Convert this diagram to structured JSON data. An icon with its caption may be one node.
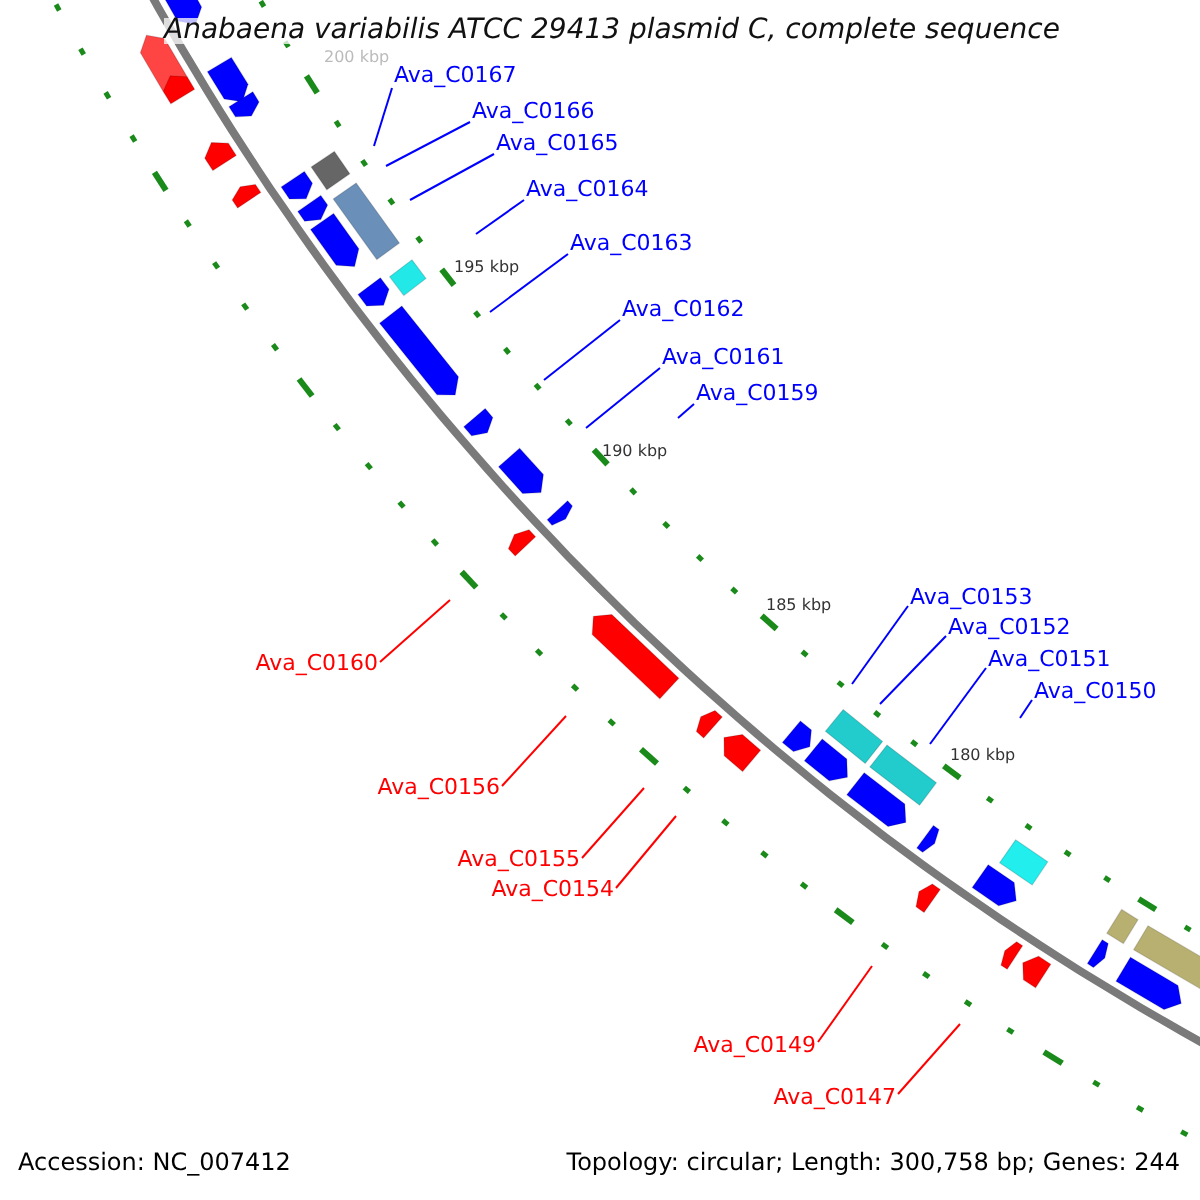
{
  "diagram": {
    "title": "Anabaena variabilis ATCC 29413 plasmid C, complete sequence",
    "nodes": [
      {
        "text": [
          "Ava_C0167"
        ]
      },
      {
        "text": [
          "Ava_C0166"
        ]
      },
      {
        "text": [
          "Ava_C0165"
        ]
      },
      {
        "text": [
          "Ava_C0164"
        ]
      },
      {
        "text": [
          "Ava_C0163"
        ]
      },
      {
        "text": [
          "Ava_C0162"
        ]
      },
      {
        "text": [
          "Ava_C0161"
        ]
      },
      {
        "text": [
          "Ava_C0159"
        ]
      },
      {
        "text": [
          "Ava_C0153"
        ]
      },
      {
        "text": [
          "Ava_C0152"
        ]
      },
      {
        "text": [
          "Ava_C0151"
        ]
      },
      {
        "text": [
          "Ava_C0160"
        ]
      },
      {
        "text": [
          "Ava_C0150"
        ]
      },
      {
        "text": [
          "Ava_C0156"
        ]
      },
      {
        "text": [
          "Ava_C0155"
        ]
      },
      {
        "text": [
          "Ava_C0154"
        ]
      },
      {
        "text": [
          "Ava_C0149"
        ]
      },
      {
        "text": [
          "Ava_C0147"
        ]
      }
    ],
    "edges": [
      {
        "from": 0,
        "to": null,
        "arrow": "none"
      },
      {
        "from": 1,
        "to": null,
        "arrow": "none"
      },
      {
        "from": 2,
        "to": null,
        "arrow": "none"
      },
      {
        "from": 3,
        "to": null,
        "arrow": "none"
      },
      {
        "from": 4,
        "to": null,
        "arrow": "none"
      },
      {
        "from": 5,
        "to": null,
        "arrow": "none"
      },
      {
        "from": 6,
        "to": null,
        "arrow": "none"
      },
      {
        "from": 7,
        "to": null,
        "arrow": "none"
      },
      {
        "from": 8,
        "to": null,
        "arrow": "none"
      },
      {
        "from": 9,
        "to": null,
        "arrow": "none"
      },
      {
        "from": 10,
        "to": null,
        "arrow": "none"
      },
      {
        "from": 11,
        "to": null,
        "arrow": "none",
        "color": "#ff0000"
      },
      {
        "from": 12,
        "to": null,
        "arrow": "none"
      },
      {
        "from": 13,
        "to": null,
        "arrow": "none",
        "color": "#ff0000"
      },
      {
        "from": 14,
        "to": null,
        "arrow": "none",
        "color": "#ff0000"
      },
      {
        "from": 15,
        "to": null,
        "arrow": "none",
        "color": "#ff0000"
      },
      {
        "from": 16,
        "to": null,
        "arrow": "none",
        "color": "#ff0000"
      },
      {
        "from": 17,
        "to": null,
        "arrow": "none",
        "color": "#ff0000"
      }
    ],
    "labels": [
      "200 kbp",
      "195 kbp",
      "190 kbp",
      "185 kbp",
      "180 kbp",
      "Accession: NC_007412",
      "Topology: circular; Length: 300,758 bp; Genes: 244"
    ]
  }
}
